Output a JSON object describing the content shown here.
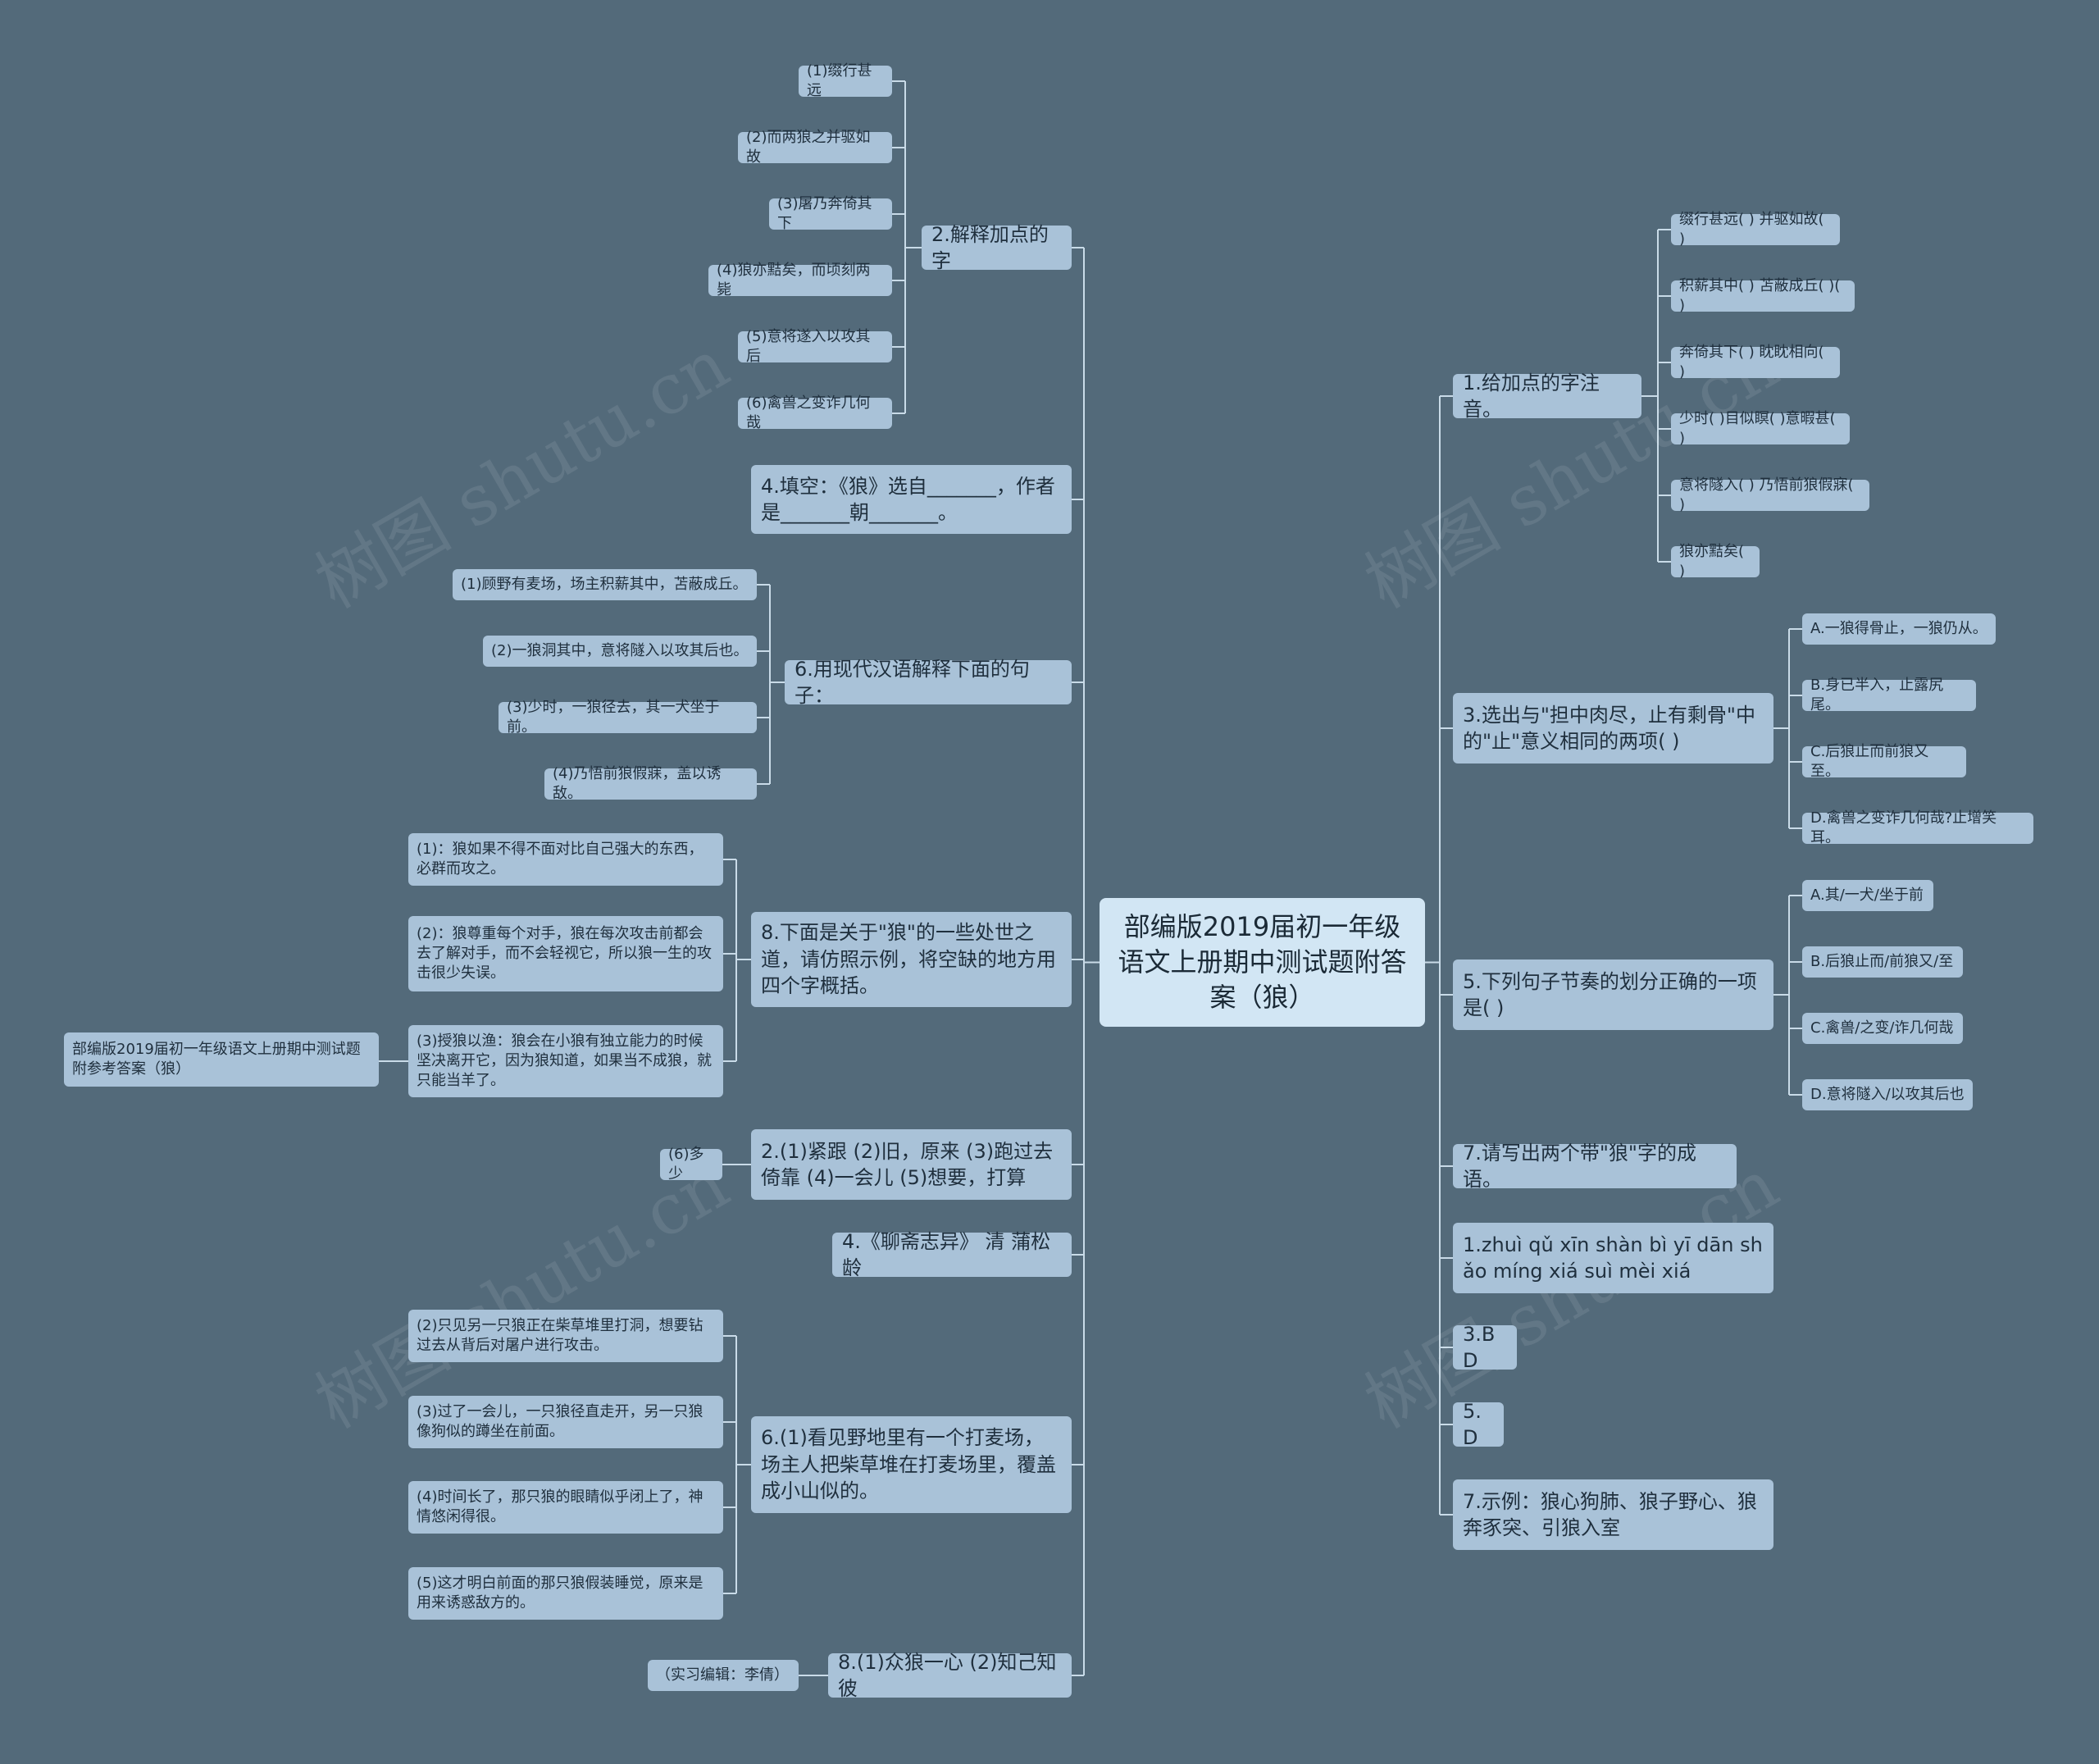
{
  "root": "部编版2019届初一年级语文上册期中测试题附答案（狼）",
  "colors": {
    "background": "#536a7a",
    "node": "#a9c2d8",
    "root": "#d2e6f4",
    "link": "#c9dbe8"
  },
  "watermark": "树图 shutu.cn",
  "left": [
    {
      "label": "2.解释加点的字",
      "children": [
        "(1)缀行甚远",
        "(2)而两狼之并驱如故",
        "(3)屠乃奔倚其下",
        "(4)狼亦黠矣，而顷刻两毙",
        "(5)意将遂入以攻其后",
        "(6)禽兽之变诈几何哉"
      ]
    },
    {
      "label": "4.填空：《狼》选自_______，作者是_______朝_______。",
      "children": []
    },
    {
      "label": "6.用现代汉语解释下面的句子：",
      "children": [
        "(1)顾野有麦场，场主积薪其中，苫蔽成丘。",
        "(2)一狼洞其中，意将隧入以攻其后也。",
        "(3)少时，一狼径去，其一犬坐于前。",
        "(4)乃悟前狼假寐，盖以诱敌。"
      ]
    },
    {
      "label": "8.下面是关于\"狼\"的一些处世之道，请仿照示例，将空缺的地方用四个字概括。",
      "children": [
        "(1)：狼如果不得不面对比自己强大的东西，必群而攻之。",
        "(2)：狼尊重每个对手，狼在每次攻击前都会去了解对手，而不会轻视它，所以狼一生的攻击很少失误。",
        "(3)授狼以渔：狼会在小狼有独立能力的时候坚决离开它，因为狼知道，如果当不成狼，就只能当羊了。"
      ],
      "grandchild": "部编版2019届初一年级语文上册期中测试题附参考答案（狼）"
    },
    {
      "label": "2.(1)紧跟 (2)旧，原来 (3)跑过去倚靠 (4)一会儿 (5)想要，打算",
      "children": [
        "(6)多少"
      ]
    },
    {
      "label": "4.《聊斋志异》 清 蒲松龄",
      "children": []
    },
    {
      "label": "6.(1)看见野地里有一个打麦场，场主人把柴草堆在打麦场里，覆盖成小山似的。",
      "children": [
        "(2)只见另一只狼正在柴草堆里打洞，想要钻过去从背后对屠户进行攻击。",
        "(3)过了一会儿，一只狼径直走开，另一只狼像狗似的蹲坐在前面。",
        "(4)时间长了，那只狼的眼睛似乎闭上了，神情悠闲得很。",
        "(5)这才明白前面的那只狼假装睡觉，原来是用来诱惑敌方的。"
      ]
    },
    {
      "label": "8.(1)众狼一心 (2)知己知彼",
      "children": [
        "（实习编辑：李倩）"
      ]
    }
  ],
  "right": [
    {
      "label": "1.给加点的字注音。",
      "children": [
        "缀行甚远( ) 并驱如故( )",
        "积薪其中( ) 苫蔽成丘( )( )",
        "奔倚其下( ) 眈眈相向( )",
        "少时( )目似瞑( )意暇甚( )",
        "意将隧入( ) 乃悟前狼假寐( )",
        "狼亦黠矣( )"
      ]
    },
    {
      "label": "3.选出与\"担中肉尽，止有剩骨\"中的\"止\"意义相同的两项( )",
      "children": [
        "A.一狼得骨止，一狼仍从。",
        "B.身已半入，止露尻尾。",
        "C.后狼止而前狼又至。",
        "D.禽兽之变诈几何哉?止增笑耳。"
      ]
    },
    {
      "label": "5.下列句子节奏的划分正确的一项是( )",
      "children": [
        "A.其/一犬/坐于前",
        "B.后狼止而/前狼又/至",
        "C.禽兽/之变/诈几何哉",
        "D.意将隧入/以攻其后也"
      ]
    },
    {
      "label": "7.请写出两个带\"狼\"字的成语。",
      "children": []
    },
    {
      "label": "1.zhuì qǔ xīn shàn bì yī dān shǎo míng xiá suì mèi xiá",
      "children": []
    },
    {
      "label": "3.BD",
      "children": []
    },
    {
      "label": "5.D",
      "children": []
    },
    {
      "label": "7.示例：狼心狗肺、狼子野心、狼奔豕突、引狼入室",
      "children": []
    }
  ]
}
